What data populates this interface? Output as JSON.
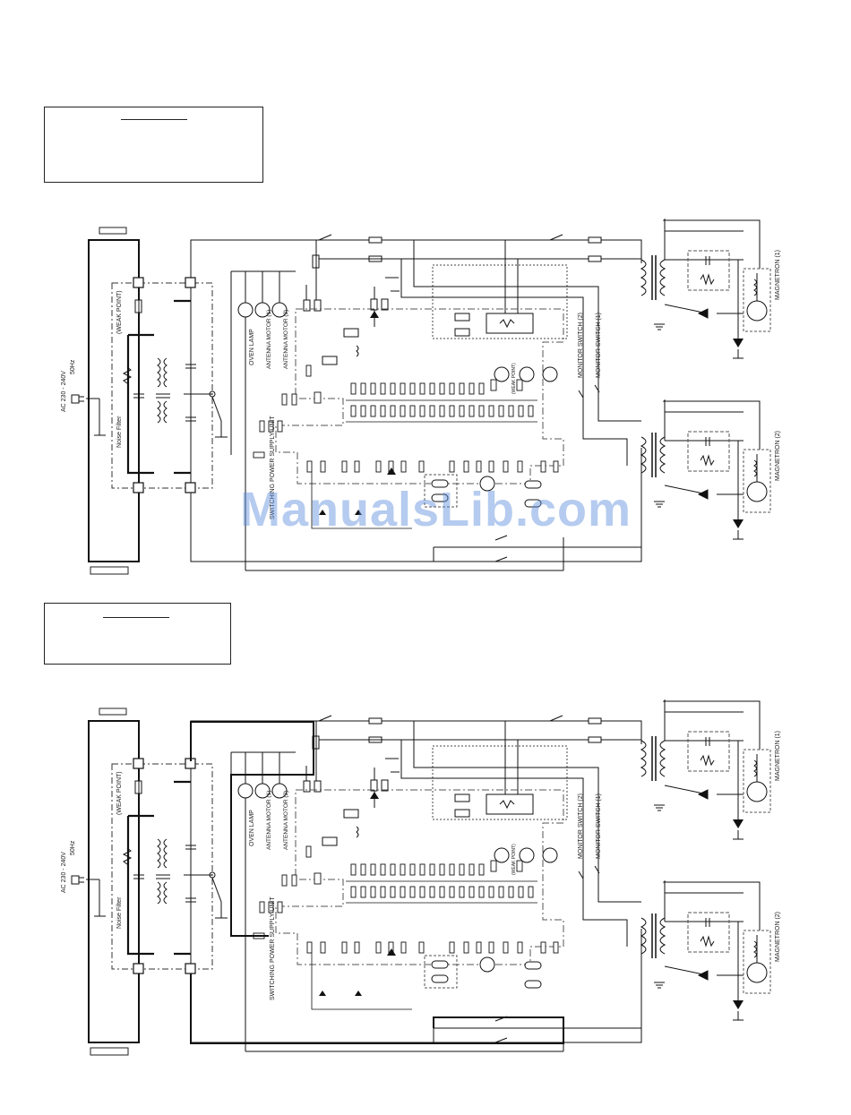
{
  "labels": {
    "ac_supply_line1": "AC 230 - 240V",
    "ac_supply_line2": "50Hz",
    "noise_filter": "Noise Filter",
    "weak_point": "(WEAK POINT)",
    "oven_lamp": "OVEN LAMP",
    "antenna_motor_1": "ANTENNA MOTOR (1)",
    "antenna_motor_2": "ANTENNA MOTOR (2)",
    "switching_power_supply": "SWITCHING POWER SUPPLY UNIT",
    "monitor_switch_2": "MONITOR SWITCH (2)",
    "monitor_switch_1": "MONITOR SWITCH (1)",
    "magnetron_1": "MAGNETRON (1)",
    "magnetron_2": "MAGNETRON (2)",
    "weak_point_small": "(WEAK POINT)"
  },
  "watermark": "ManualsLib.com"
}
